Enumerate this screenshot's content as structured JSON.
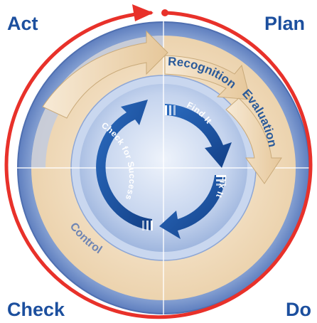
{
  "corners": {
    "act": "Act",
    "plan": "Plan",
    "check": "Check",
    "do": "Do"
  },
  "outer_stages": {
    "recognition": "Recognition",
    "evaluation": "Evaluation",
    "control": "Control"
  },
  "inner_cycle": {
    "find_it": "Find It",
    "fix_it": "Fix It",
    "check_for_success": "Check for Success"
  },
  "colors": {
    "outer_cycle_arrow": "#e8312a",
    "corner_text": "#1c4f9e",
    "inner_arrows": "#1e5aa8",
    "outer_ring": "#7f9bcf",
    "tan_band": "#f3e2c8"
  }
}
